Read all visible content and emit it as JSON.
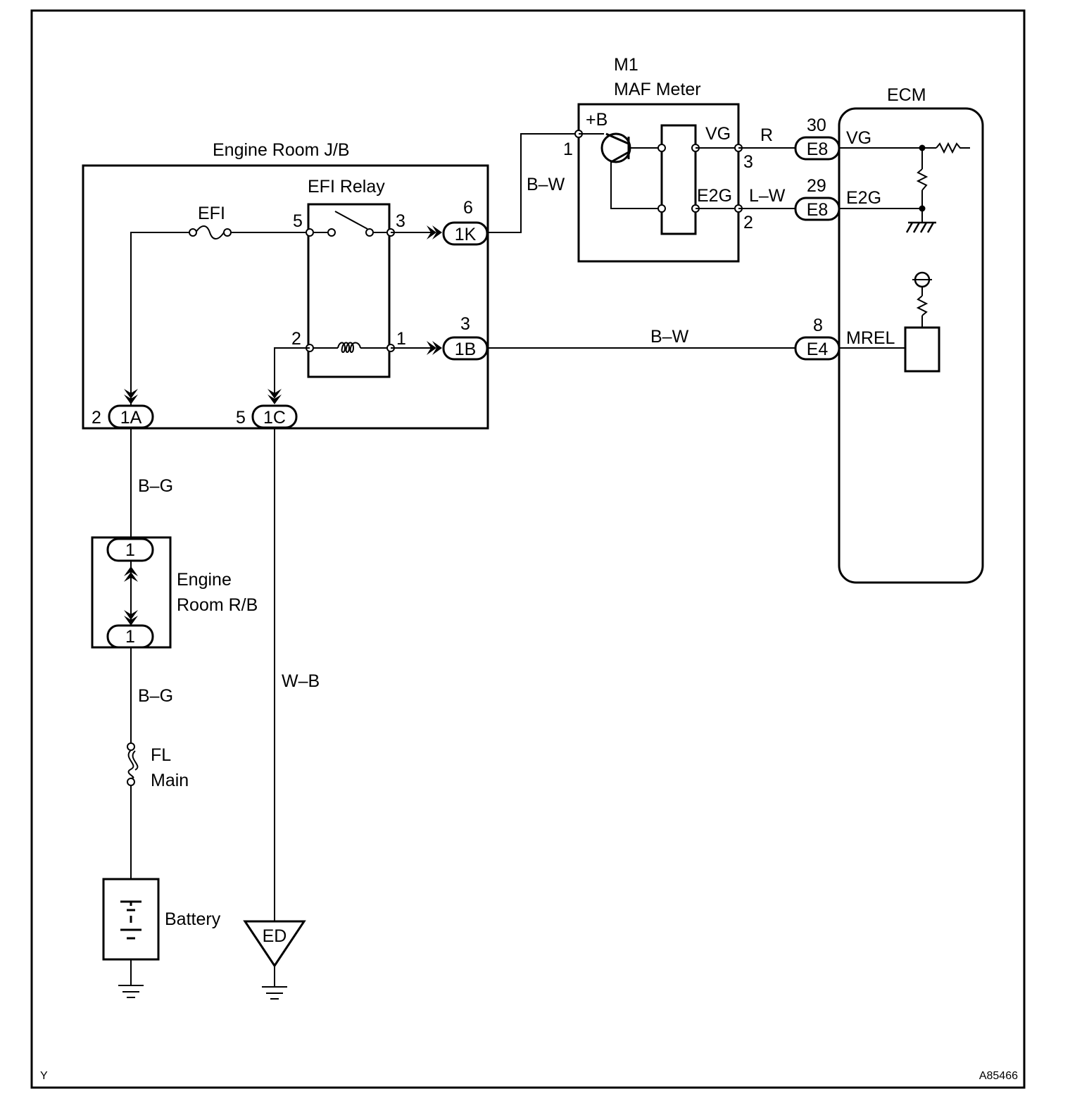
{
  "blocks": {
    "engine_room_jb": "Engine Room J/B",
    "efi_relay": "EFI Relay",
    "efi_fuse": "EFI",
    "maf_id": "M1",
    "maf_name": "MAF Meter",
    "ecm": "ECM",
    "engine_room_rb_line1": "Engine",
    "engine_room_rb_line2": "Room R/B",
    "fl_line1": "FL",
    "fl_line2": "Main",
    "battery": "Battery",
    "ground_ed": "ED"
  },
  "connectors": {
    "c1K": "1K",
    "c1B": "1B",
    "c1A": "1A",
    "c1C": "1C",
    "e8_vg": "E8",
    "e8_e2g": "E8",
    "e4": "E4",
    "rb_top": "1",
    "rb_bottom": "1"
  },
  "pins": {
    "relay5": "5",
    "relay3": "3",
    "relay2": "2",
    "relay1": "1",
    "pin6": "6",
    "pin3_1b": "3",
    "pin2_1a": "2",
    "pin5_1c": "5",
    "maf1": "1",
    "maf3": "3",
    "maf2": "2",
    "ecm30": "30",
    "ecm29": "29",
    "ecm8": "8"
  },
  "signals": {
    "maf_plusb": "+B",
    "maf_vg": "VG",
    "maf_e2g": "E2G",
    "ecm_vg": "VG",
    "ecm_e2g": "E2G",
    "ecm_mrel": "MREL"
  },
  "wires": {
    "bw_top": "B–W",
    "r": "R",
    "lw": "L–W",
    "bw_mid": "B–W",
    "bg_top": "B–G",
    "bg_bottom": "B–G",
    "wb": "W–B"
  },
  "footer": {
    "left": "Y",
    "right": "A85466"
  }
}
